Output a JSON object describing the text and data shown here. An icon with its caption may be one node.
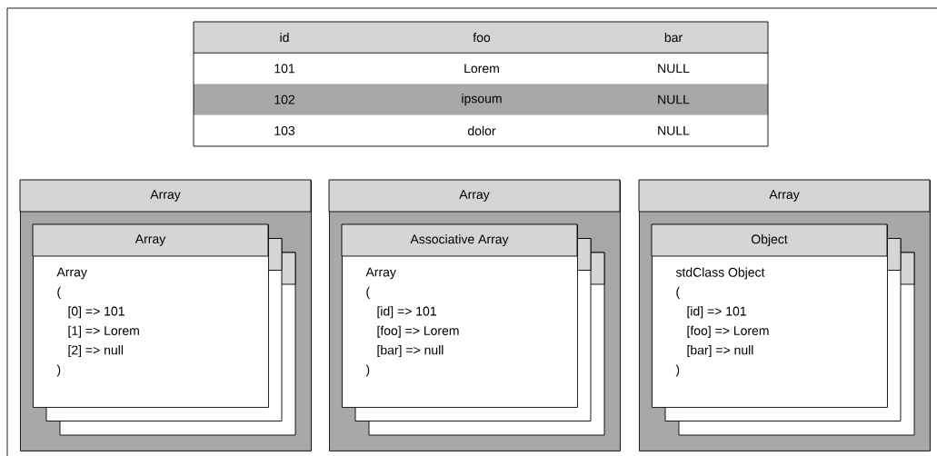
{
  "diagram": {
    "nodes": [
      {
        "text": [
          "Array"
        ]
      },
      {
        "text": [
          "Array",
          "Array",
          "(",
          "[0] => 101",
          "[1] => Lorem",
          "[2] => null",
          ")"
        ],
        "in": 0
      },
      {
        "text": [
          "Array"
        ]
      },
      {
        "text": [
          "Associative Array",
          "Array",
          "(",
          "[id] => 101",
          "[foo] => Lorem",
          "[bar] => null",
          ")"
        ],
        "in": 2
      },
      {
        "text": [
          "Array"
        ]
      },
      {
        "text": [
          "Object",
          "stdClass Object",
          "(",
          "[id] => 101",
          "[foo] => Lorem",
          "[bar] => null",
          ")"
        ],
        "in": 4
      }
    ],
    "labels": [
      "id",
      "foo",
      "bar",
      "101",
      "Lorem",
      "NULL",
      "102",
      "ipsoum",
      "NULL",
      "103",
      "dolor",
      "NULL"
    ]
  }
}
